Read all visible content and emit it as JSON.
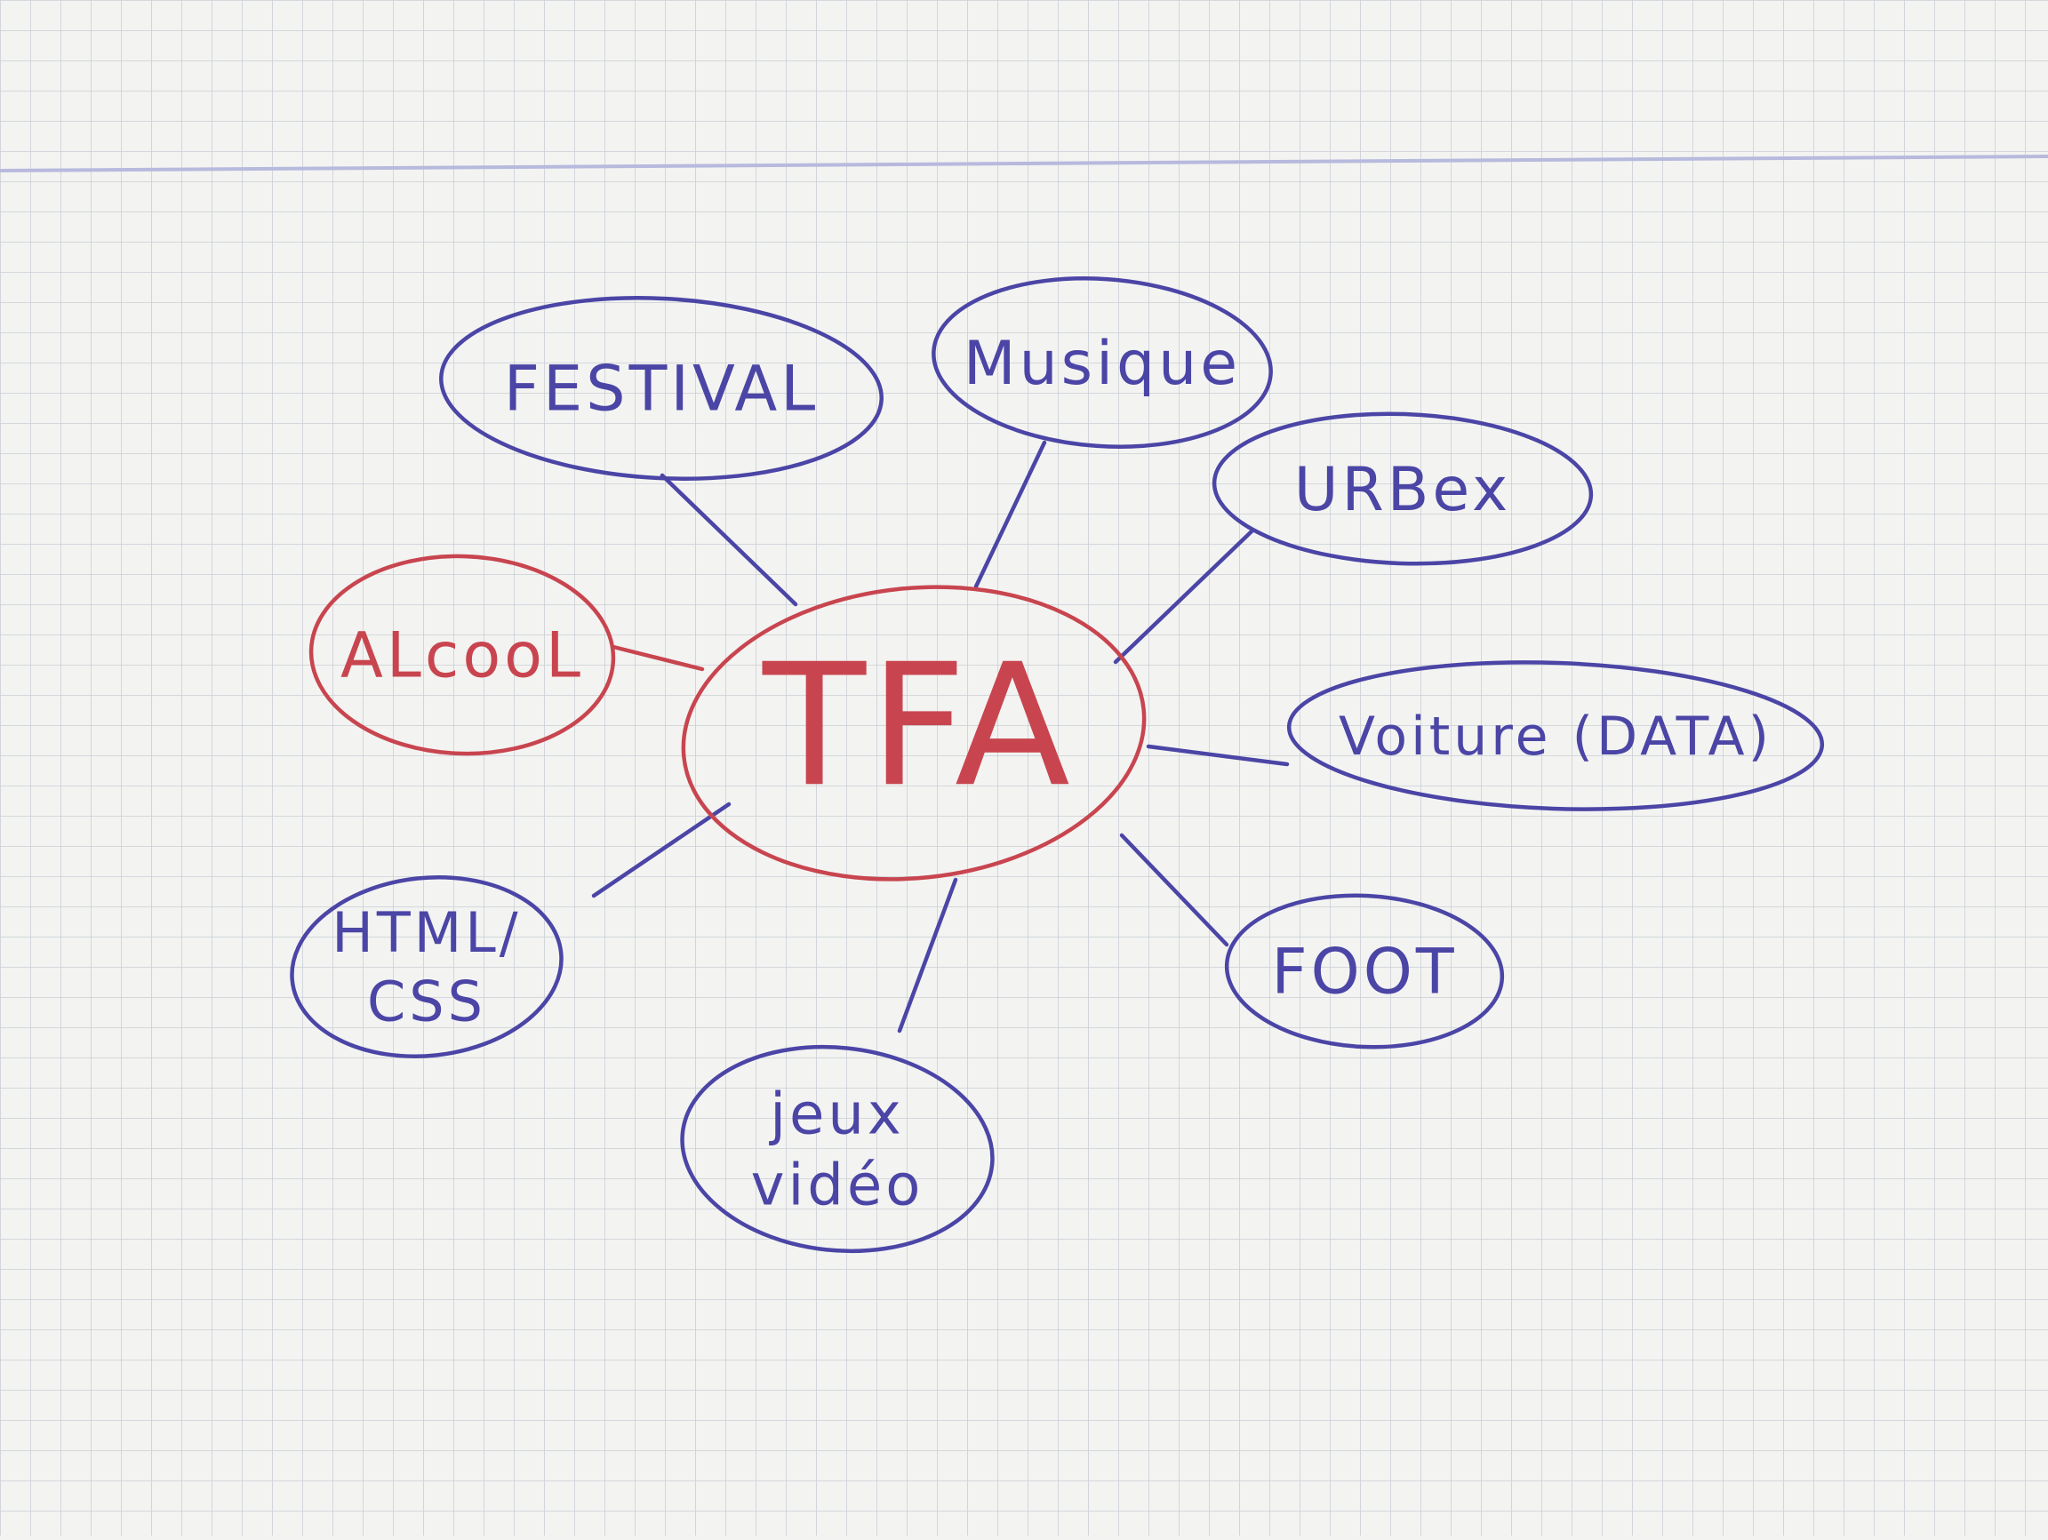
{
  "palette": {
    "paper": "#f3f3f1",
    "grid_line": "#c9cfd6",
    "margin_line": "#b7b9dd",
    "pen_blue": "#4b45a6",
    "pen_red": "#c8454f"
  },
  "center": {
    "label": "TFA",
    "color": "pen_red"
  },
  "nodes": [
    {
      "id": "festival",
      "label": "FESTIVAL",
      "color": "pen_blue"
    },
    {
      "id": "musique",
      "label": "Musique",
      "color": "pen_blue"
    },
    {
      "id": "urbex",
      "label": "URBex",
      "color": "pen_blue"
    },
    {
      "id": "voiture",
      "label": "Voiture (DATA)",
      "color": "pen_blue"
    },
    {
      "id": "foot",
      "label": "FOOT",
      "color": "pen_blue"
    },
    {
      "id": "jeux-video",
      "label": "jeux vidéo",
      "color": "pen_blue"
    },
    {
      "id": "html-css",
      "label": "HTML/ CSS",
      "color": "pen_blue"
    },
    {
      "id": "alcool",
      "label": "ALcooL",
      "color": "pen_red"
    }
  ]
}
